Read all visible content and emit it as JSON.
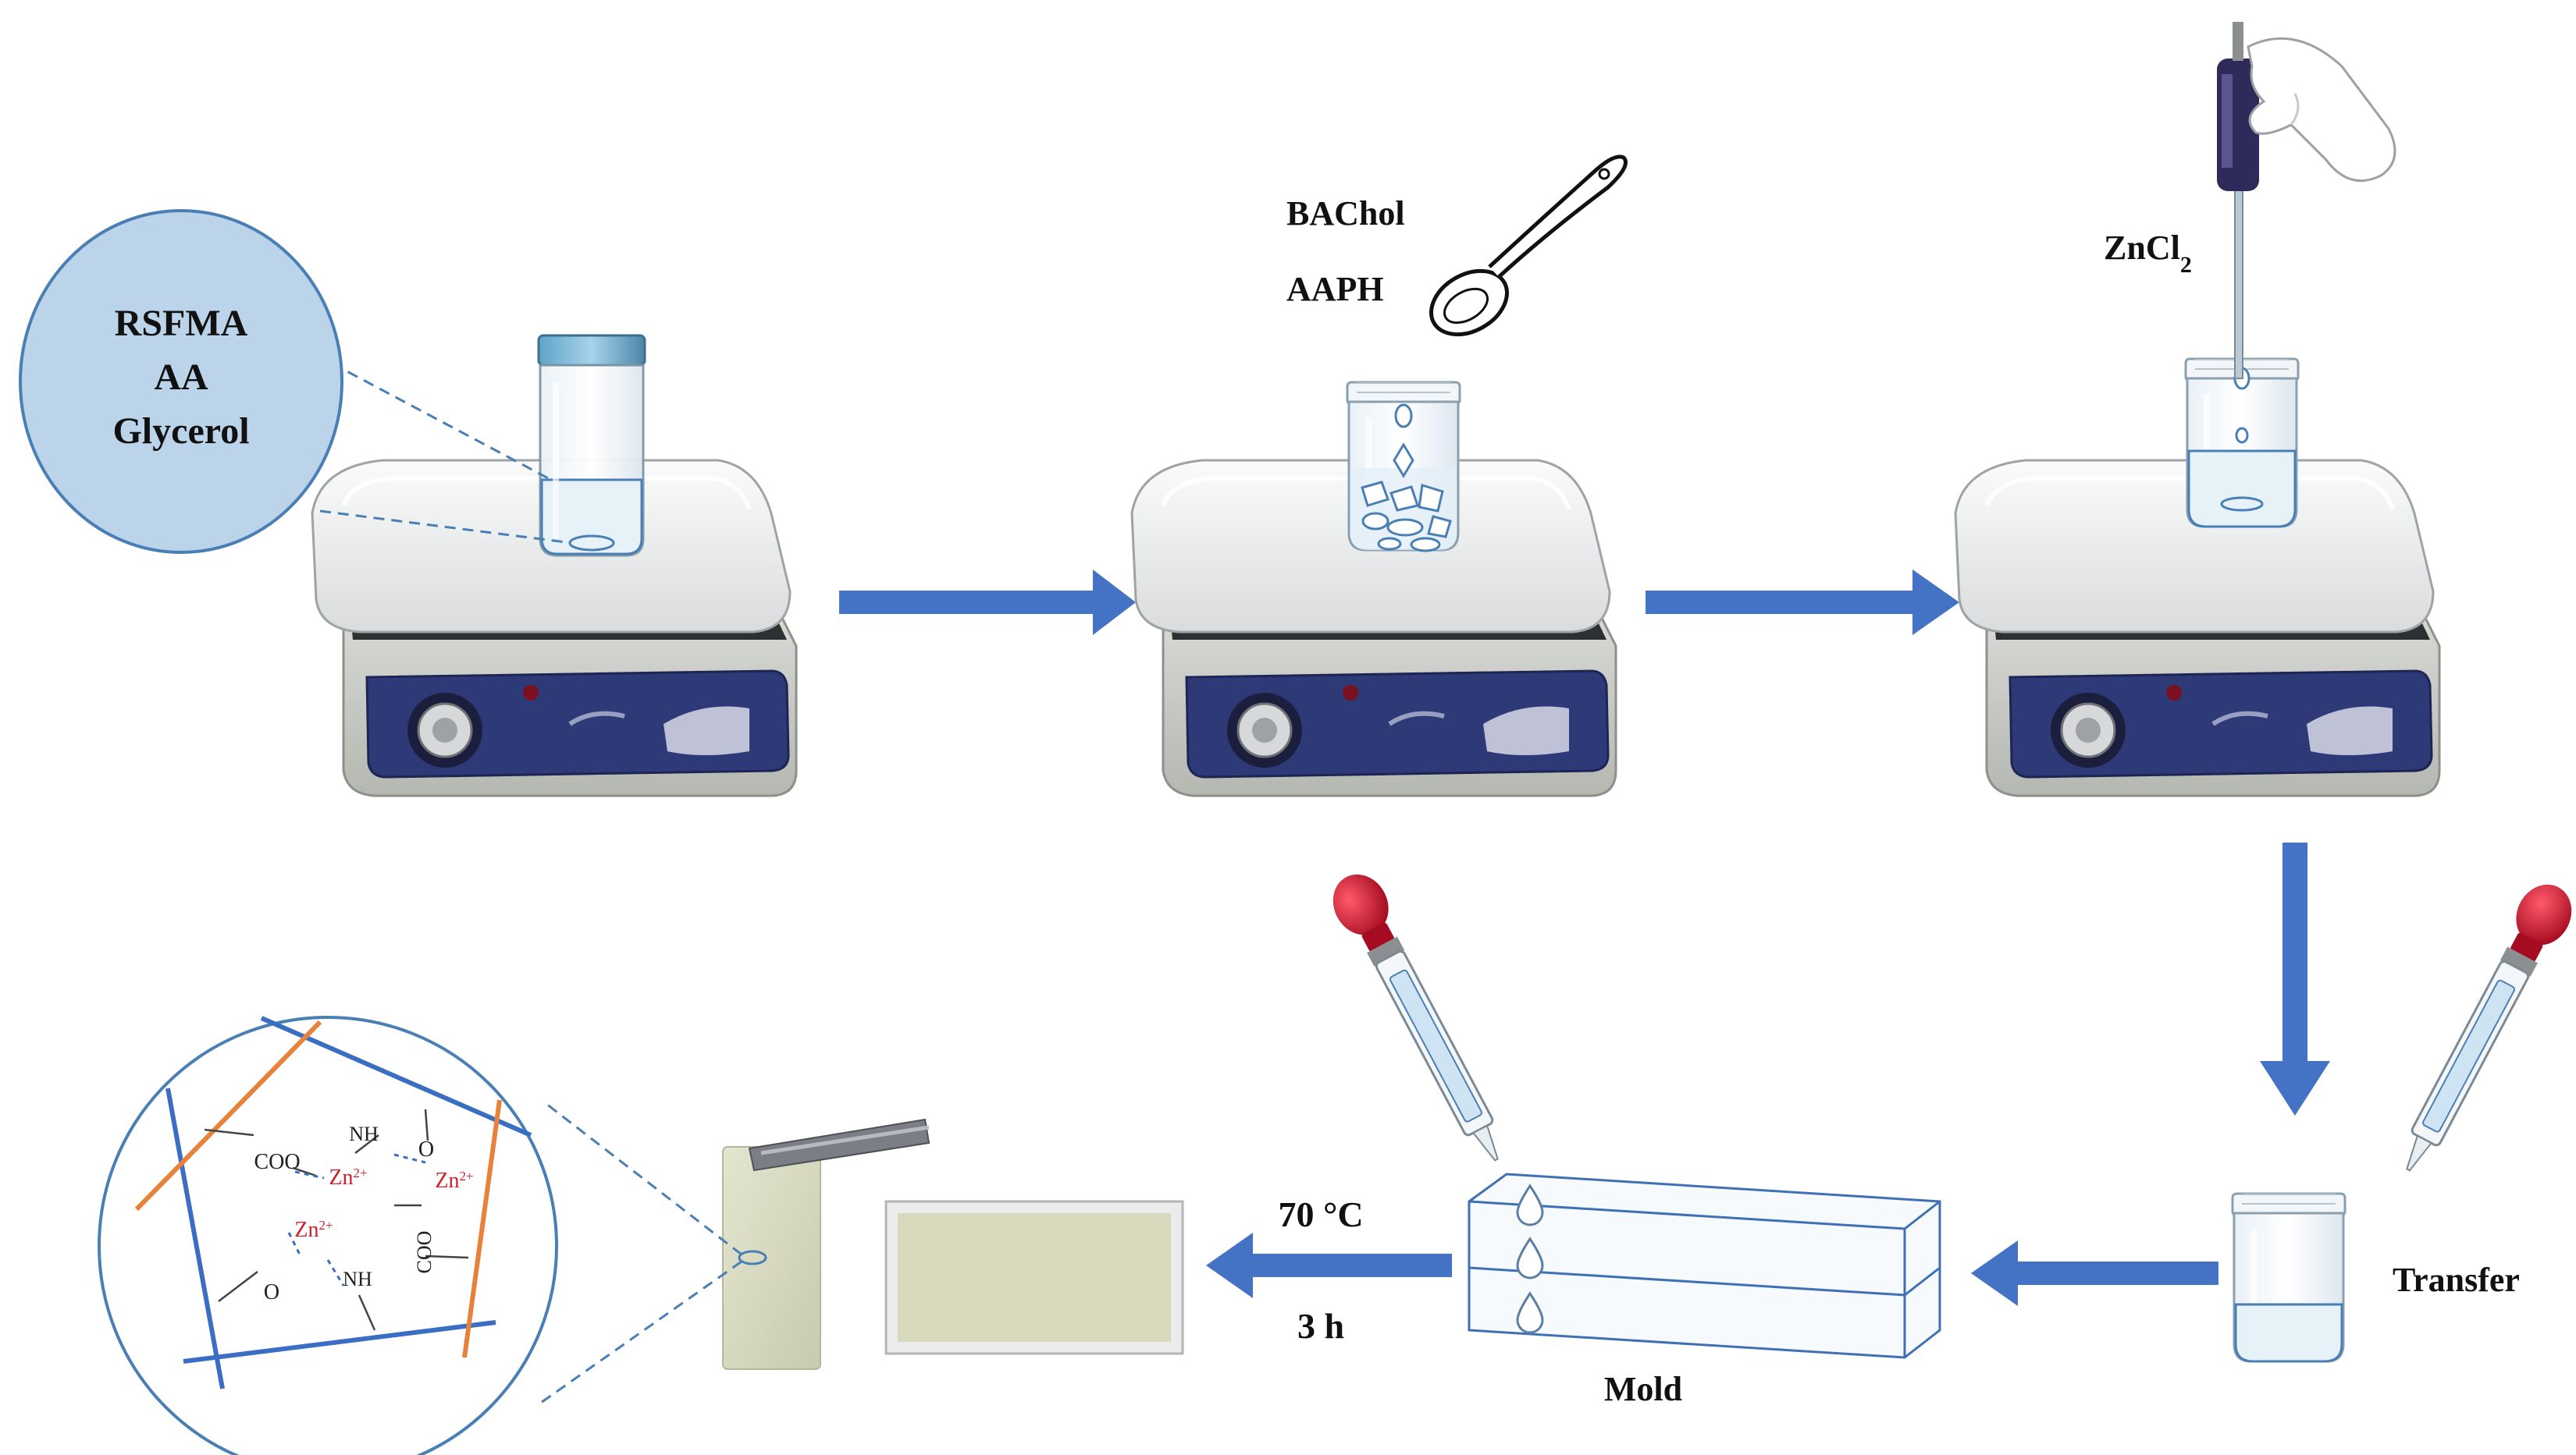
{
  "bubble": {
    "lines": [
      "RSFMA",
      "AA",
      "Glycerol"
    ]
  },
  "reagents": {
    "powder_1": "BAChol",
    "powder_2": "AAPH",
    "salt_base": "ZnCl",
    "salt_sub": "2"
  },
  "steps": {
    "transfer": "Transfer",
    "mold": "Mold",
    "temperature": "70 °C",
    "duration": "3 h"
  },
  "network": {
    "coo_1": "COO",
    "nh_1": "NH",
    "zn_1_base": "Zn",
    "zn_1_sup": "2+",
    "o_1": "O",
    "zn_2_base": "Zn",
    "zn_2_sup": "2+",
    "coo_2": "COO",
    "zn_3_base": "Zn",
    "zn_3_sup": "2+",
    "o_2": "O",
    "nh_2": "NH"
  },
  "colors": {
    "arrow": "#4472c4",
    "bubble_fill": "#bcd4ea",
    "bubble_stroke": "#4a7fb5",
    "chain_blue": "#3a6ec2",
    "chain_orange": "#e8823a",
    "ion_red": "#d0202a",
    "dropper_bulb": "#c8102e",
    "hotplate_panel": "#2e3a78"
  },
  "icons": [
    "hotplate-icon",
    "vial-icon",
    "spoon-icon",
    "pipette-icon",
    "dropper-icon",
    "mold-icon",
    "hydrogel-sample-icon",
    "network-magnifier-icon"
  ]
}
